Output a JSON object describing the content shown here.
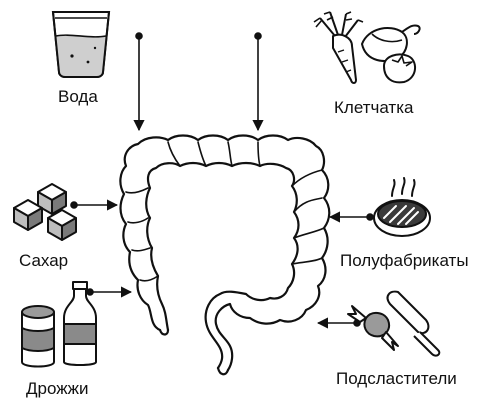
{
  "diagram": {
    "labels": {
      "water": "Вода",
      "fiber": "Клетчатка",
      "sugar": "Сахар",
      "processed_food": "Полуфабрикаты",
      "yeast": "Дрожжи",
      "sweeteners": "Подсластители"
    },
    "icons": {
      "water": "glass-of-water-icon",
      "fiber": "vegetables-icon",
      "sugar": "sugar-cubes-icon",
      "processed_food": "grilled-steak-icon",
      "yeast": "can-and-bottle-icon",
      "sweeteners": "candy-and-popsicle-icon"
    },
    "colors": {
      "ink": "#111111",
      "background": "#ffffff"
    }
  }
}
